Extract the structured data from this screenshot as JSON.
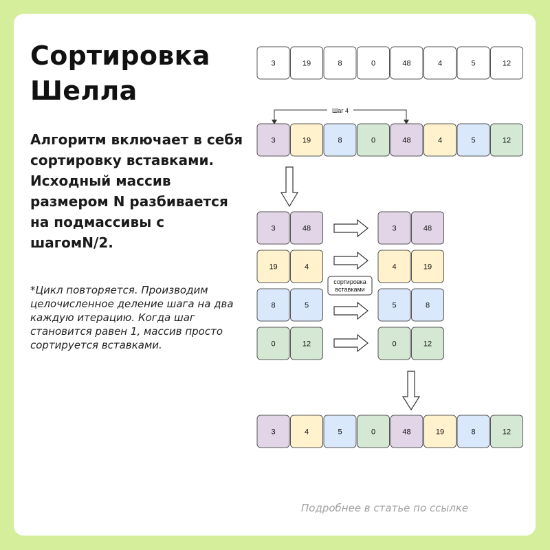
{
  "title_line1": "Сортировка",
  "title_line2": "Шелла",
  "description": "Алгоритм включает в себя сортировку вставками. Исходный массив размером N разбивается на подмассивы с шагомN/2.",
  "note": "*Цикл повторяется. Производим целочисленное деление шага на два каждую итерацию. Когда шаг становится равен 1, массив просто сортируется вставками.",
  "footer": "Подробнее в статье по ссылке",
  "diagram": {
    "step_label": "Шаг 4",
    "sort_label_line1": "сортировка",
    "sort_label_line2": "вставками",
    "initial_array": [
      "3",
      "19",
      "8",
      "0",
      "48",
      "4",
      "5",
      "12"
    ],
    "colored_array": [
      "3",
      "19",
      "8",
      "0",
      "48",
      "4",
      "5",
      "12"
    ],
    "pairs_before": [
      [
        "3",
        "48"
      ],
      [
        "19",
        "4"
      ],
      [
        "8",
        "5"
      ],
      [
        "0",
        "12"
      ]
    ],
    "pairs_after": [
      [
        "3",
        "48"
      ],
      [
        "4",
        "19"
      ],
      [
        "5",
        "8"
      ],
      [
        "0",
        "12"
      ]
    ],
    "result_array": [
      "3",
      "4",
      "5",
      "0",
      "48",
      "19",
      "8",
      "12"
    ],
    "colors": {
      "purple": "#e1d5e7",
      "yellow": "#fff2cc",
      "blue": "#dae8fc",
      "green": "#d5e8d4",
      "white": "#ffffff"
    },
    "colored_array_colors": [
      "purple",
      "yellow",
      "blue",
      "green",
      "purple",
      "yellow",
      "blue",
      "green"
    ],
    "pair_colors": [
      "purple",
      "yellow",
      "blue",
      "green"
    ],
    "result_array_colors": [
      "purple",
      "yellow",
      "blue",
      "green",
      "purple",
      "yellow",
      "blue",
      "green"
    ]
  }
}
